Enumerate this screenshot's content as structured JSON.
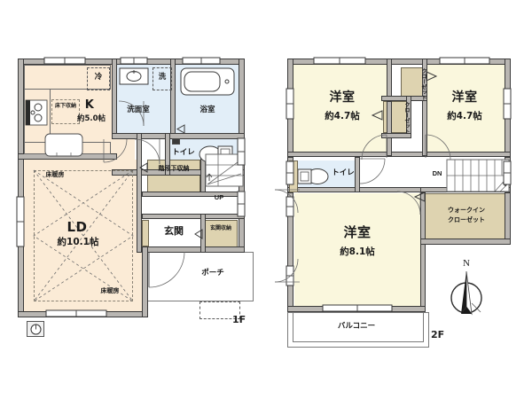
{
  "plan": {
    "title_floor1": "1F",
    "title_floor2": "2F",
    "compass_label": "N"
  },
  "floor1": {
    "label": "1F",
    "rooms": [
      {
        "key": "kitchen",
        "name": "K",
        "area": "約5.0帖"
      },
      {
        "key": "living_dining",
        "name": "LD",
        "area": "約10.1帖"
      },
      {
        "key": "washroom",
        "name": "洗面室",
        "area": ""
      },
      {
        "key": "bathroom",
        "name": "浴室",
        "area": ""
      },
      {
        "key": "toilet",
        "name": "トイレ",
        "area": ""
      },
      {
        "key": "entrance",
        "name": "玄関",
        "area": ""
      },
      {
        "key": "porch",
        "name": "ポーチ",
        "area": ""
      }
    ],
    "storages": [
      {
        "key": "under_floor",
        "name": "床下収納"
      },
      {
        "key": "under_stair",
        "name": "階段下収納"
      },
      {
        "key": "entrance_stor",
        "name": "玄関収納"
      }
    ],
    "appliances": [
      {
        "key": "fridge",
        "name": "冷"
      },
      {
        "key": "washer",
        "name": "洗"
      }
    ],
    "floor_heating": {
      "label_top": "床暖房",
      "label_bottom": "床暖房"
    },
    "stairs": {
      "direction_label": "UP"
    },
    "meter_icon": "utility-meter"
  },
  "floor2": {
    "label": "2F",
    "rooms": [
      {
        "key": "bedroom_nw",
        "name": "洋室",
        "area": "約4.7帖"
      },
      {
        "key": "bedroom_ne",
        "name": "洋室",
        "area": "約4.7帖"
      },
      {
        "key": "bedroom_s",
        "name": "洋室",
        "area": "約8.1帖"
      },
      {
        "key": "toilet2",
        "name": "トイレ",
        "area": ""
      },
      {
        "key": "balcony",
        "name": "バルコニー",
        "area": ""
      }
    ],
    "closets": [
      {
        "key": "closet_a",
        "name": "クローゼット",
        "v1": "クロ",
        "v2": "ーゼ",
        "v3": "ット"
      },
      {
        "key": "closet_b",
        "name": "クローゼット",
        "v1": "クロ",
        "v2": "ーゼ",
        "v3": "ット"
      },
      {
        "key": "wic",
        "name_line1": "ウォークイン",
        "name_line2": "クローゼット"
      }
    ],
    "stairs": {
      "direction_label": "DN"
    }
  },
  "colors": {
    "living": "#fbebd6",
    "bedroom": "#faf7dd",
    "wet_area": "#e2eef8",
    "storage": "#ded3b0",
    "wall": "#b9b6b2",
    "wall_line": "#3a3a3a",
    "text": "#1a1a1a",
    "background": "#ffffff"
  }
}
